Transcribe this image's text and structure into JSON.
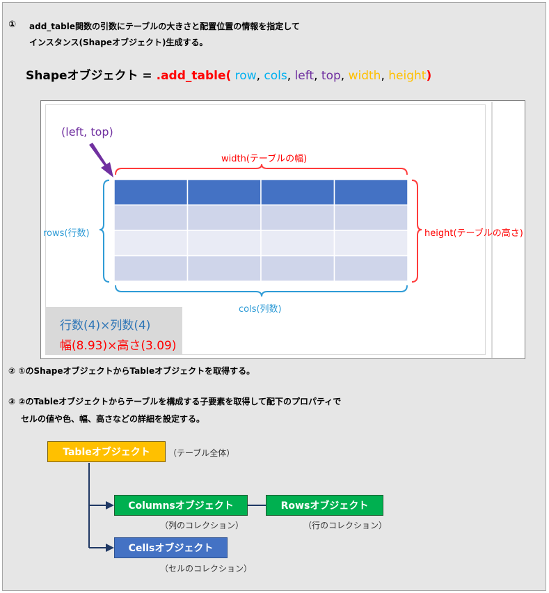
{
  "step1": {
    "num": "①",
    "line1": "add_table関数の引数にテーブルの大きさと配置位置の情報を指定して",
    "line2": "インスタンス(Shapeオブジェクト)生成する。"
  },
  "formula": {
    "lhs": "Shapeオブジェクト = ",
    "method": ".add_table(",
    "arg_row": " row",
    "arg_cols": "cols",
    "arg_left": "left",
    "arg_top": "top",
    "arg_width": "width",
    "arg_height": "height",
    "sep": ", ",
    "close": ")"
  },
  "diagram": {
    "left_top": "(left, top)",
    "width_label": "width(テーブルの幅)",
    "rows_label": "rows(行数)",
    "height_label": "height(テーブルの高さ)",
    "cols_label": "cols(列数)",
    "summary_line1": "行数(4)×列数(4)",
    "summary_line2": "幅(8.93)×高さ(3.09)",
    "table_rows": 4,
    "table_cols": 4
  },
  "step2": {
    "text": "② ①のShapeオブジェクトからTableオブジェクトを取得する。"
  },
  "step3": {
    "line1": "③ ②のTableオブジェクトからテーブルを構成する子要素を取得して配下のプロパティで",
    "line2": "セルの値や色、幅、高さなどの詳細を設定する。"
  },
  "tree": {
    "table_box": "Tableオブジェクト",
    "table_note": "（テーブル全体）",
    "columns_box": "Columnsオブジェクト",
    "columns_note": "（列のコレクション）",
    "rows_box": "Rowsオブジェクト",
    "rows_note": "（行のコレクション）",
    "cells_box": "Cellsオブジェクト",
    "cells_note": "（セルのコレクション）"
  },
  "colors": {
    "red": "#ff0000",
    "blue_label": "#00b0f0",
    "purple": "#7030a0",
    "gold": "#ffc000",
    "table_header": "#4472c4",
    "table_band_dark": "#cfd5ea",
    "table_band_light": "#e9ebf5",
    "bracket_blue": "#2e9bd6",
    "bracket_red": "#ff3b3b"
  }
}
